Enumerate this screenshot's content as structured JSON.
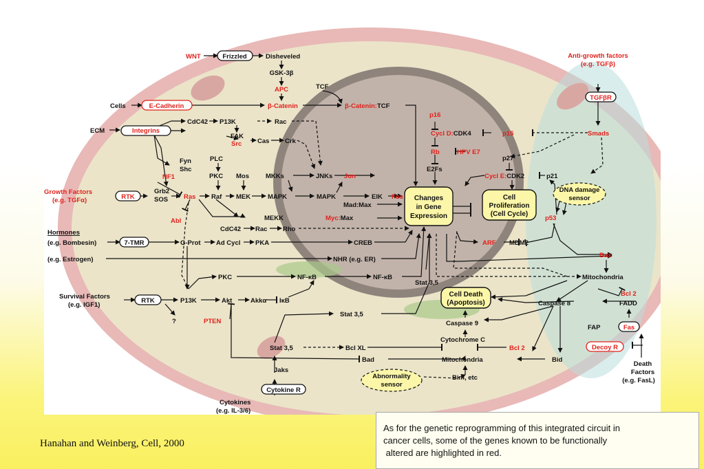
{
  "figure": {
    "labels": {
      "wnt": "WNT",
      "frizzled": "Frizzled",
      "disheveled": "Disheveled",
      "gsk3b": "GSK-3β",
      "apc": "APC",
      "tcf": "TCF",
      "cells": "Cells",
      "ecadherin": "E-Cadherin",
      "bcatenin": "β-Catenin",
      "bcatenin_tcf_red": "β-Catenin:",
      "bcatenin_tcf_black": "TCF",
      "ecm": "ECM",
      "integrins": "Integrins",
      "cdc42_top": "CdC42",
      "p13k_top": "P13K",
      "rac_top": "Rac",
      "fak": "FAK",
      "src": "Src",
      "cas": "Cas",
      "crk": "Crk",
      "fyn": "Fyn",
      "shc": "Shc",
      "plc": "PLC",
      "pkc_mid": "PKC",
      "mos": "Mos",
      "mkks": "MKKs",
      "jnks": "JNKs",
      "jun": "Jun",
      "nf1": "NF1",
      "growth_factors": "Growth Factors",
      "growth_factors_eg": "(e.g. TGFα)",
      "rtk_top": "RTK",
      "grb2": "Grb2",
      "sos": "SOS",
      "ras": "Ras",
      "raf": "Raf",
      "mek": "MEK",
      "mapk_left": "MAPK",
      "mapk_right": "MAPK",
      "elk": "ElK",
      "fos": "Fos",
      "madmax": "Mad:Max",
      "myc": "Myc:",
      "max": "Max",
      "mekk": "MEKK",
      "abl": "Abl",
      "cdc42_mid": "CdC42",
      "rac_mid": "Rac",
      "rho": "Rho",
      "hormones": "Hormones",
      "hormones_eg": "(e.g. Bombesin)",
      "tmr": "7-TMR",
      "gprot": "G-Prot",
      "adcycl": "Ad Cycl",
      "pka": "PKA",
      "creb": "CREB",
      "estrogen": "(e.g. Estrogen)",
      "nhr": "NHR (e.g. ER)",
      "pkc_low": "PKC",
      "nfkb_mid": "NF-κB",
      "nfkb_right": "NF-κB",
      "survival": "Survival Factors",
      "survival_eg": "(e.g. IGF1)",
      "rtk_low": "RTK",
      "p13k_low": "P13K",
      "akt": "Akt",
      "akka": "Akkα",
      "ikb": "IκB",
      "question": "?",
      "pten": "PTEN",
      "stat35_center": "Stat 3,5",
      "stat35_mid": "Stat 3,5",
      "stat35_low": "Stat 3,5",
      "bclxl": "Bcl XL",
      "bad": "Bad",
      "jaks": "Jaks",
      "cytokine_r": "Cytokine R",
      "cytokines": "Cytokines",
      "cytokines_eg": "(e.g. IL-3/6)",
      "changes1": "Changes",
      "changes2": "in Gene",
      "changes3": "Expression",
      "prolif1": "Cell",
      "prolif2": "Proliferation",
      "prolif3": "(Cell Cycle)",
      "death1": "Cell Death",
      "death2": "(Apoptosis)",
      "p16": "p16",
      "cycld_red": "Cycl D:",
      "cycld_black": "CDK4",
      "p15": "p15",
      "rb": "Rb",
      "hpv": "HPV E7",
      "e2fs": "E2Fs",
      "p27": "p27",
      "cycle_red": "Cycl E:",
      "cycle_black": "CDK2",
      "p21": "p21",
      "dna1": "DNA damage",
      "dna2": "sensor",
      "p53": "p53",
      "arf": "ARF",
      "mdm2": "MDM2",
      "bax": "Bax",
      "mito_right": "Mitochondria",
      "bcl2_right": "Bcl 2",
      "fadd": "FADD",
      "caspase8": "Caspase 8",
      "caspase9": "Caspase 9",
      "cytc": "Cytochrome C",
      "bcl2_mid": "Bcl 2",
      "mito_low": "Mitochondria",
      "bid": "Bid",
      "abnorm1": "Abnormality",
      "abnorm2": "sensor",
      "bim": "Bim, etc",
      "fap": "FAP",
      "fas": "Fas",
      "decoy": "Decoy R",
      "death_factors1": "Death",
      "death_factors2": "Factors",
      "death_factors3": "(e.g. FasL)",
      "antigrowth1": "Anti-growth factors",
      "antigrowth2": "(e.g. TGFβ)",
      "tgfbr": "TGFβR",
      "smads": "Smads"
    }
  },
  "caption": {
    "line1": "As for the genetic reprogramming of this integrated circuit in",
    "line2": "cancer cells, some of the genes known to be functionally",
    "line3": " altered are highlighted in red."
  },
  "citation": "Hanahan and Weinberg, Cell, 2000",
  "colors": {
    "highlight": "#e0221c",
    "cell_membrane": "#e8b4b4",
    "cytoplasm": "#ece6c8",
    "nucleus": "#b9a9a0"
  }
}
